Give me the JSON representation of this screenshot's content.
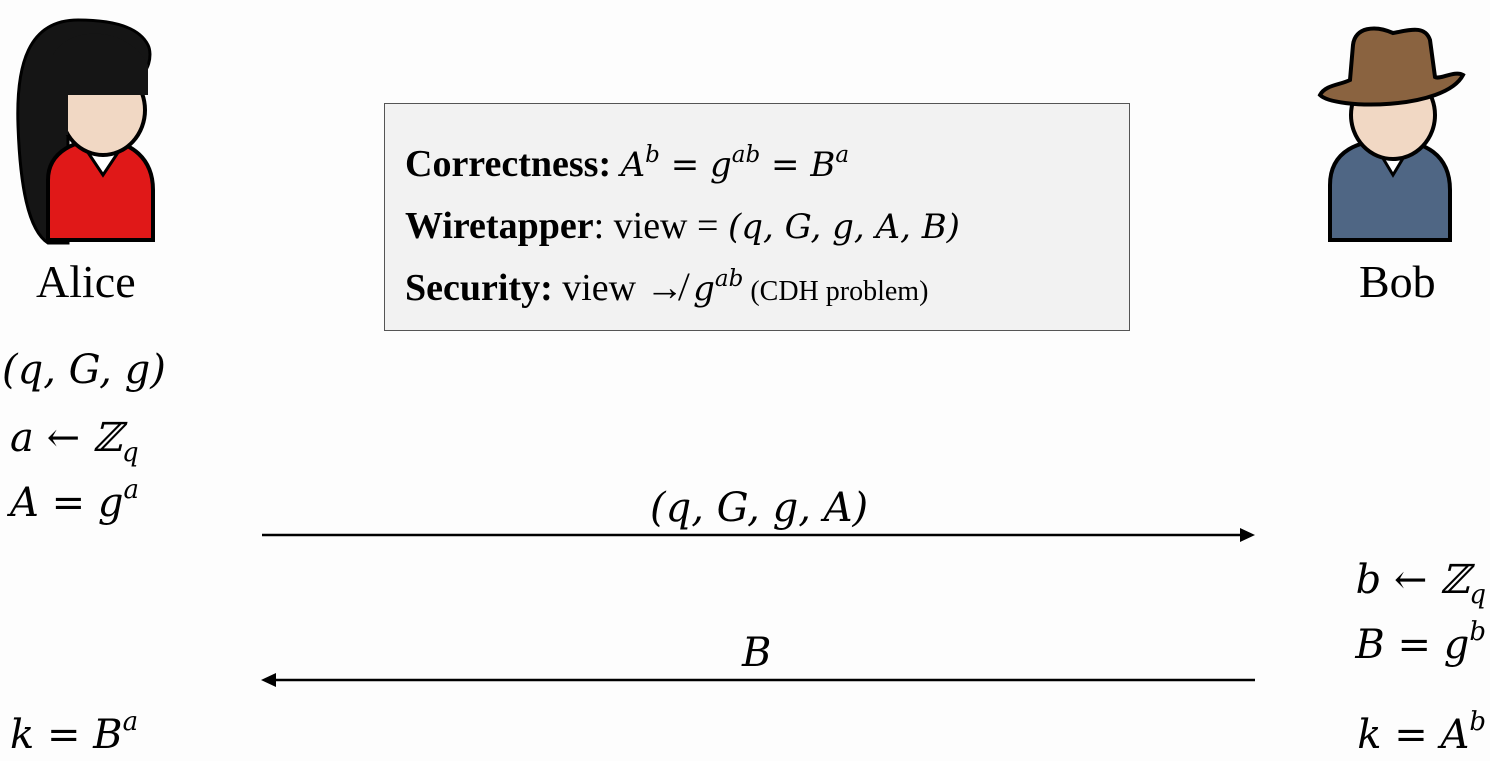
{
  "parties": {
    "alice": {
      "name": "Alice"
    },
    "bob": {
      "name": "Bob"
    }
  },
  "alice_steps": {
    "params": "(q, G, g)",
    "sample": {
      "base": "a ← ℤ",
      "sub": "q"
    },
    "public": {
      "base": "A = g",
      "sup": "a"
    },
    "key": {
      "base": "k = B",
      "sup": "a"
    }
  },
  "bob_steps": {
    "sample": {
      "base": "b ← ℤ",
      "sub": "q"
    },
    "public": {
      "base": "B = g",
      "sup": "b"
    },
    "key": {
      "base": "k = A",
      "sup": "b"
    }
  },
  "messages": {
    "to_bob": "(q, G, g, A)",
    "to_alice": "B"
  },
  "info_box": {
    "correctness": {
      "label": "Correctness:",
      "a": "A",
      "a_sup": "b",
      "eq1": " = ",
      "g": "g",
      "g_sup": "ab",
      "eq2": " = ",
      "b": "B",
      "b_sup": "a"
    },
    "wiretapper": {
      "label": "Wiretapper",
      "colon": ": view = ",
      "tuple": "(q, G, g, A, B)"
    },
    "security": {
      "label": "Security:",
      "text": " view ↛ ",
      "g": "g",
      "g_sup": "ab",
      "note": " (CDH problem)"
    }
  }
}
